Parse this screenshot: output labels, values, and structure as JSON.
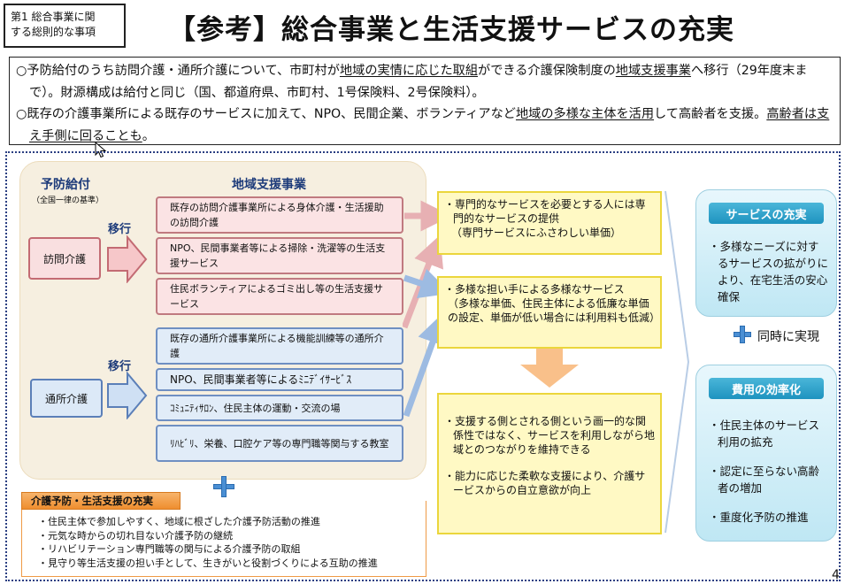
{
  "header": {
    "tag_line1": "第1 総合事業に関",
    "tag_line2": "する総則的な事項",
    "title": "【参考】総合事業と生活支援サービスの充実"
  },
  "summary": {
    "p1_a": "○予防給付のうち訪問介護・通所介護について、市町村が",
    "p1_u1": "地域の実情に応じた取組",
    "p1_b": "ができる介護保険制度の",
    "p1_u2": "地域支援事業",
    "p1_c": "へ移行（29年度末まで）。財源構成は給付と同じ（国、都道府県、市町村、1号保険料、2号保険料）。",
    "p2_a": "○既存の介護事業所による既存のサービスに加えて、NPO、民間企業、ボランティアなど",
    "p2_u1": "地域の多様な主体を活用",
    "p2_b": "して高齢者を支援。",
    "p2_u2": "高齢者は支え手側に回ることも",
    "p2_c": "。"
  },
  "left": {
    "yobo_heading": "予防給付",
    "yobo_sub": "（全国一律の基準）",
    "chiiki_heading": "地域支援事業",
    "ikou1": "移行",
    "ikou2": "移行",
    "houmon": "訪問介護",
    "tsusho": "通所介護",
    "items": [
      "既存の訪問介護事業所による身体介護・生活援助の訪問介護",
      "NPO、民間事業者等による掃除・洗濯等の生活支援サービス",
      "住民ボランティアによるゴミ出し等の生活支援サービス",
      "既存の通所介護事業所による機能訓練等の通所介護",
      "NPO、民間事業者等によるﾐﾆﾃﾞｲｻｰﾋﾞｽ",
      "ｺﾐｭﾆﾃｨｻﾛﾝ、住民主体の運動・交流の場",
      "ﾘﾊﾋﾞﾘ、栄養、口腔ケア等の専門職等関与する教室"
    ]
  },
  "middle": {
    "box1": [
      "・専門的なサービスを必要とする人には専門的なサービスの提供",
      "（専門サービスにふさわしい単価）"
    ],
    "box2": [
      "・多様な担い手による多様なサービス",
      "（多様な単価、住民主体による低廉な単価の設定、単価が低い場合には利用料も低減）"
    ],
    "box3": [
      "・支援する側とされる側という画一的な関係性ではなく、サービスを利用しながら地域とのつながりを維持できる",
      "・能力に応じた柔軟な支援により、介護サービスからの自立意欲が向上"
    ]
  },
  "right": {
    "service_head": "サービスの充実",
    "service_body": "・多様なニーズに対するサービスの拡がりにより、在宅生活の安心確保",
    "simultaneous": "同時に実現",
    "cost_head": "費用の効率化",
    "cost_items": [
      "・住民主体のサービス利用の拡充",
      "・認定に至らない高齢者の増加",
      "・重度化予防の推進"
    ]
  },
  "bottom": {
    "head": "介護予防・生活支援の充実",
    "items": [
      "・住民主体で参加しやすく、地域に根ざした介護予防活動の推進",
      "・元気な時からの切れ目ない介護予防の継続",
      "・リハビリテーション専門職等の関与による介護予防の取組",
      "・見守り等生活支援の担い手として、生きがいと役割づくりによる互助の推進"
    ]
  },
  "page_number": "4",
  "colors": {
    "pink_border": "#c36b73",
    "blue_border": "#5b7fb8",
    "yellow_fill": "#fff9c4",
    "cyan_head": "#1e93bf",
    "orange_head": "#ef8e2f",
    "heading_blue": "#1d3b7a"
  }
}
